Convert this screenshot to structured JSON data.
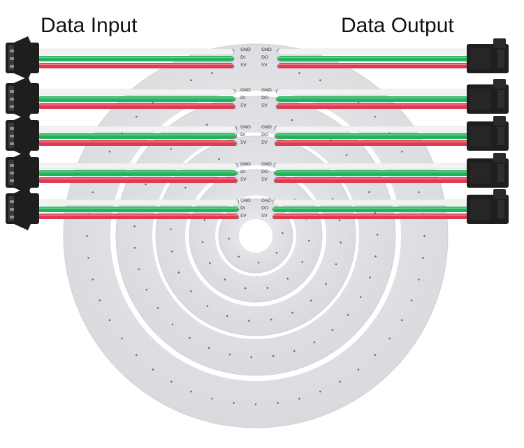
{
  "labels": {
    "input": "Data Input",
    "output": "Data Output"
  },
  "pad_labels": {
    "gnd": "GND",
    "di": "DI",
    "do": "DO",
    "vcc": "5V"
  },
  "colors": {
    "wire_white": "#f2f2f2",
    "wire_green": "#22b45a",
    "wire_red": "#e03a52",
    "ring_fill": "#e3e5e7",
    "gap_fill": "#ffffff",
    "connector": "#1e1e1e",
    "led_dot": "#4a4a4a"
  },
  "rings": 5
}
